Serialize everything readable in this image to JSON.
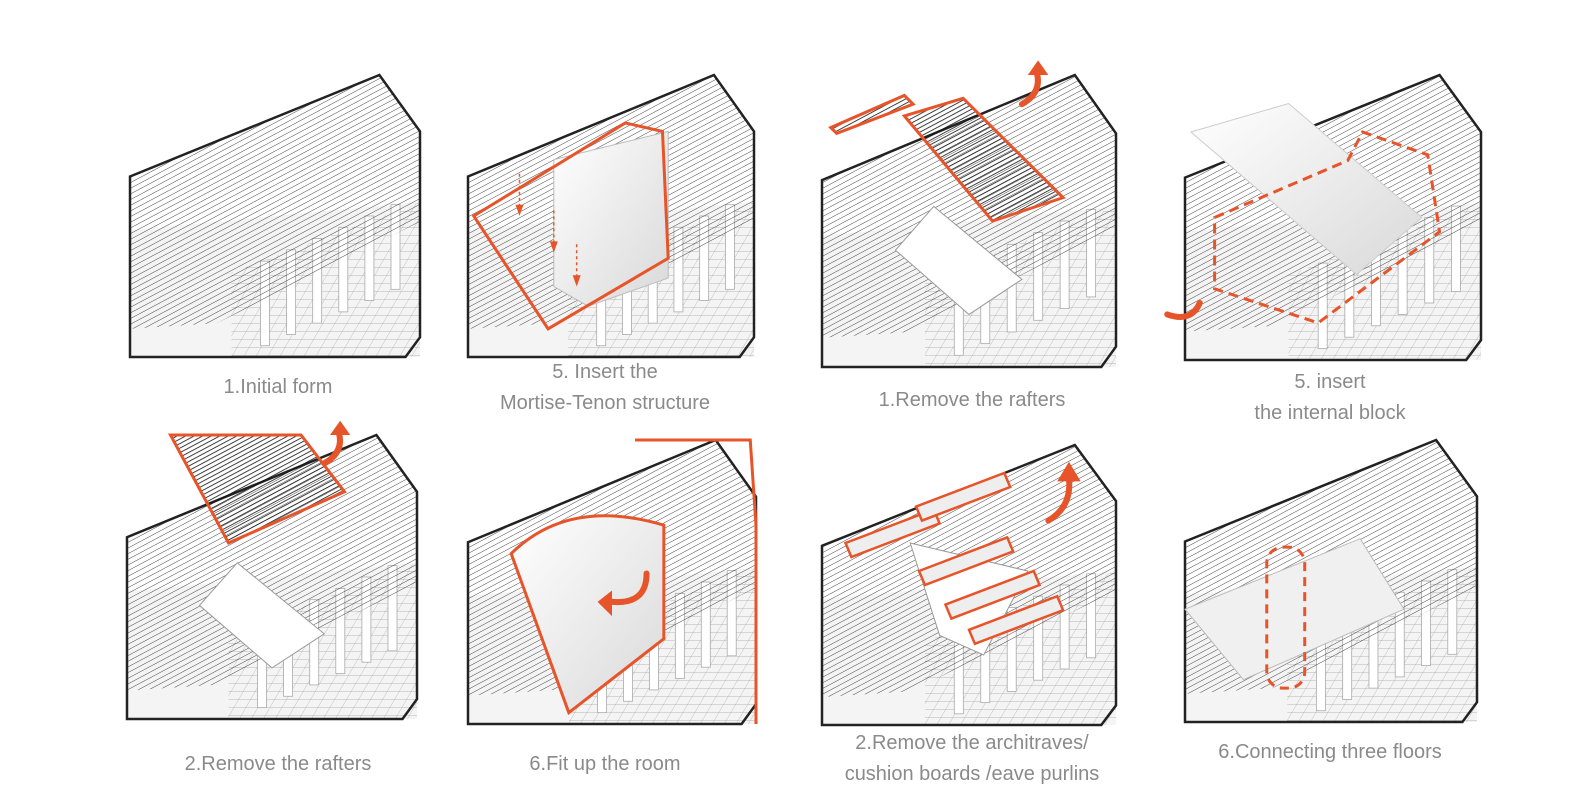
{
  "colors": {
    "accent": "#e8542a",
    "caption": "#8a8a8a",
    "line": "#222222"
  },
  "panels": [
    {
      "id": "initial-form",
      "caption": [
        "1.Initial form"
      ],
      "overlay": "none"
    },
    {
      "id": "insert-mortise-tenon",
      "caption": [
        "5. Insert the",
        "Mortise-Tenon  structure"
      ],
      "overlay": "box-outline"
    },
    {
      "id": "remove-rafters-b",
      "caption": [
        "1.Remove the rafters"
      ],
      "overlay": "lifted-rafters"
    },
    {
      "id": "insert-internal-block",
      "caption": [
        "5. insert",
        "the internal block"
      ],
      "overlay": "dashed-block"
    },
    {
      "id": "remove-rafters-a",
      "caption": [
        "2.Remove the rafters"
      ],
      "overlay": "lifted-rafters-flat"
    },
    {
      "id": "fit-up-room",
      "caption": [
        "6.Fit up the room"
      ],
      "overlay": "room-outline"
    },
    {
      "id": "remove-architraves",
      "caption": [
        "2.Remove the architraves/",
        "cushion boards /eave  purlins"
      ],
      "overlay": "beams"
    },
    {
      "id": "connecting-floors",
      "caption": [
        "6.Connecting three floors"
      ],
      "overlay": "dashed-shaft"
    }
  ]
}
